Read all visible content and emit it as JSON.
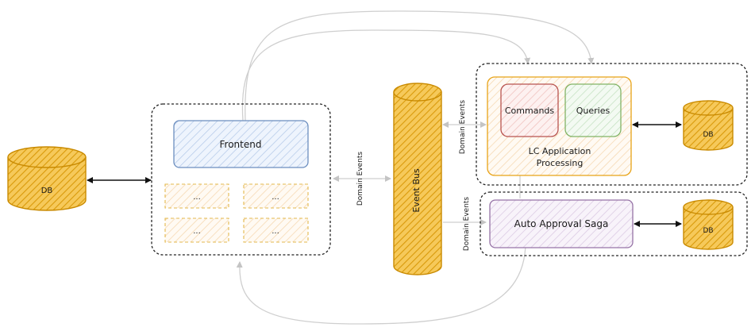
{
  "nodes": {
    "db_left": "DB",
    "frontend": "Frontend",
    "placeholder_1": "...",
    "placeholder_2": "...",
    "placeholder_3": "...",
    "placeholder_4": "...",
    "event_bus": "Event Bus",
    "commands": "Commands",
    "queries": "Queries",
    "lc_app_line1": "LC Application",
    "lc_app_line2": "Processing",
    "db_lc": "DB",
    "auto_saga": "Auto Approval Saga",
    "db_saga": "DB"
  },
  "edges": {
    "frontend_bus": "Domain Events",
    "bus_lc": "Domain Events",
    "bus_saga": "Domain Events"
  },
  "colors": {
    "db_fill": "#f0b429",
    "db_stroke": "#c98a00",
    "frontend_fill": "#dae8fc",
    "frontend_stroke": "#6c8ebf",
    "placeholder_fill": "#fde7c7",
    "placeholder_stroke": "#d6b656",
    "lc_fill": "#ffe6cc",
    "lc_stroke": "#e8a317",
    "commands_fill": "#f8cecc",
    "commands_stroke": "#b85450",
    "queries_fill": "#d5e8d4",
    "queries_stroke": "#82b366",
    "saga_fill": "#e1d5e7",
    "saga_stroke": "#9673a6",
    "grey_arrow": "#c8c8c8"
  }
}
